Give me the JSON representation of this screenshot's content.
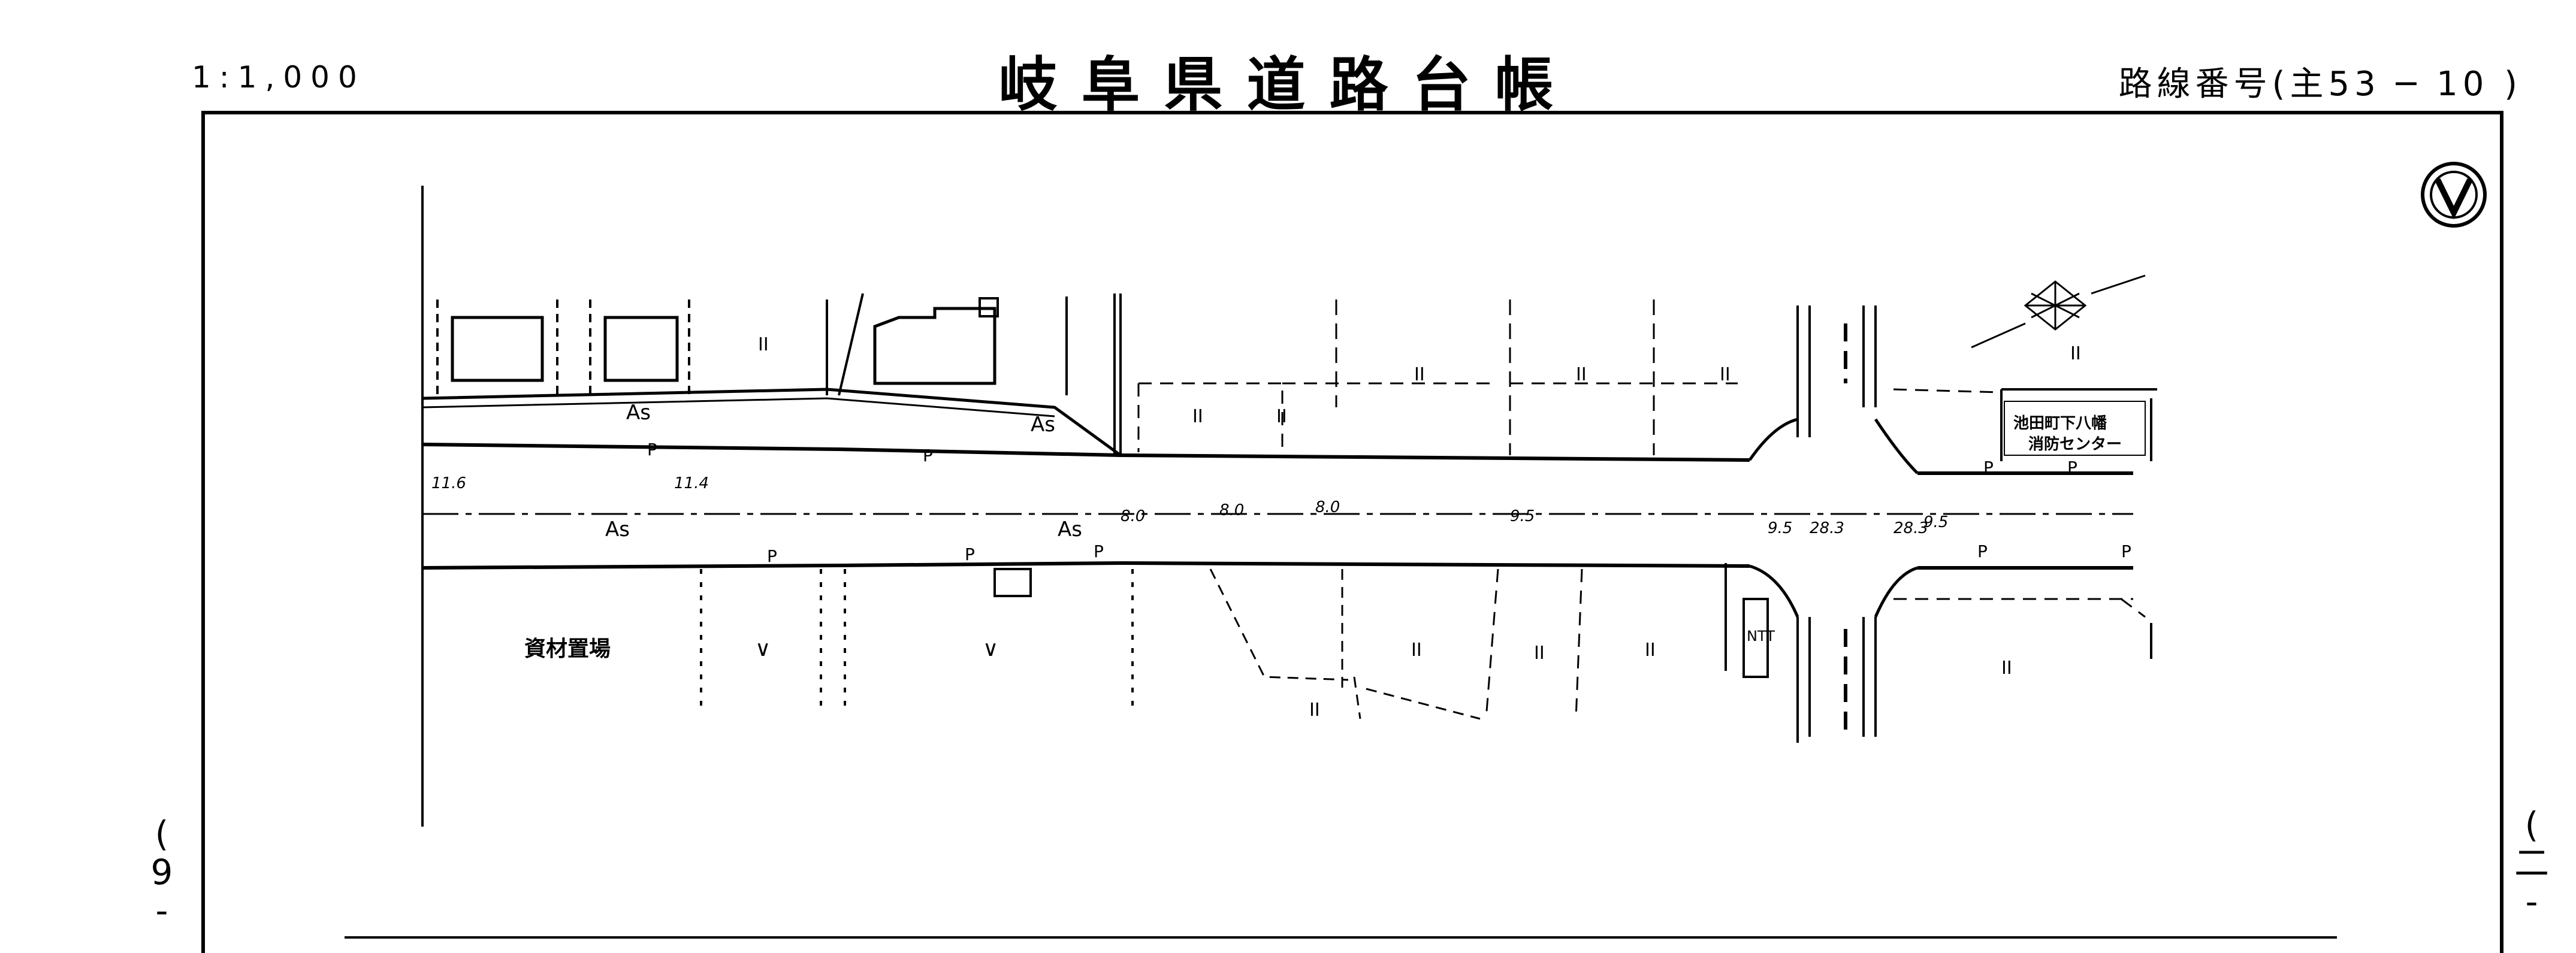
{
  "header": {
    "scale": "1:1,000",
    "title": "岐阜県道路台帳",
    "route_number": "路線番号(主53 ─ 10 )"
  },
  "side_marks": {
    "left": "( 9 -",
    "right": "( 二 -"
  },
  "map": {
    "north_symbol": "north-arrow-icon",
    "labels": {
      "surface_as_1": "As",
      "surface_as_2": "As",
      "surface_as_3": "As",
      "surface_as_4": "As",
      "width_11_6": "11.6",
      "width_11_4": "11.4",
      "width_8_0a": "8.0",
      "width_8_0b": "8.0",
      "width_8_0c": "8.0",
      "width_9_5a": "9.5",
      "width_9_5b": "9.5",
      "width_28_3a": "28.3",
      "width_28_3b": "28.3",
      "width_9_5c": "9.5",
      "p1": "P",
      "p2": "P",
      "p3": "P",
      "p4": "P",
      "p5": "P",
      "p6": "P",
      "p7": "P",
      "p8": "P",
      "p9": "P",
      "yard": "資材置場",
      "fire_station_1": "池田町下八幡",
      "fire_station_2": "消防センター",
      "ntt": "NTT",
      "field1": "II",
      "field2": "II",
      "field3": "II",
      "field4": "II",
      "field5": "II",
      "field6": "II",
      "field7": "II",
      "field8": "II",
      "field9": "II",
      "field10": "II",
      "field11": "II",
      "field12": "II",
      "veg1": "∨",
      "veg2": "∨"
    }
  }
}
